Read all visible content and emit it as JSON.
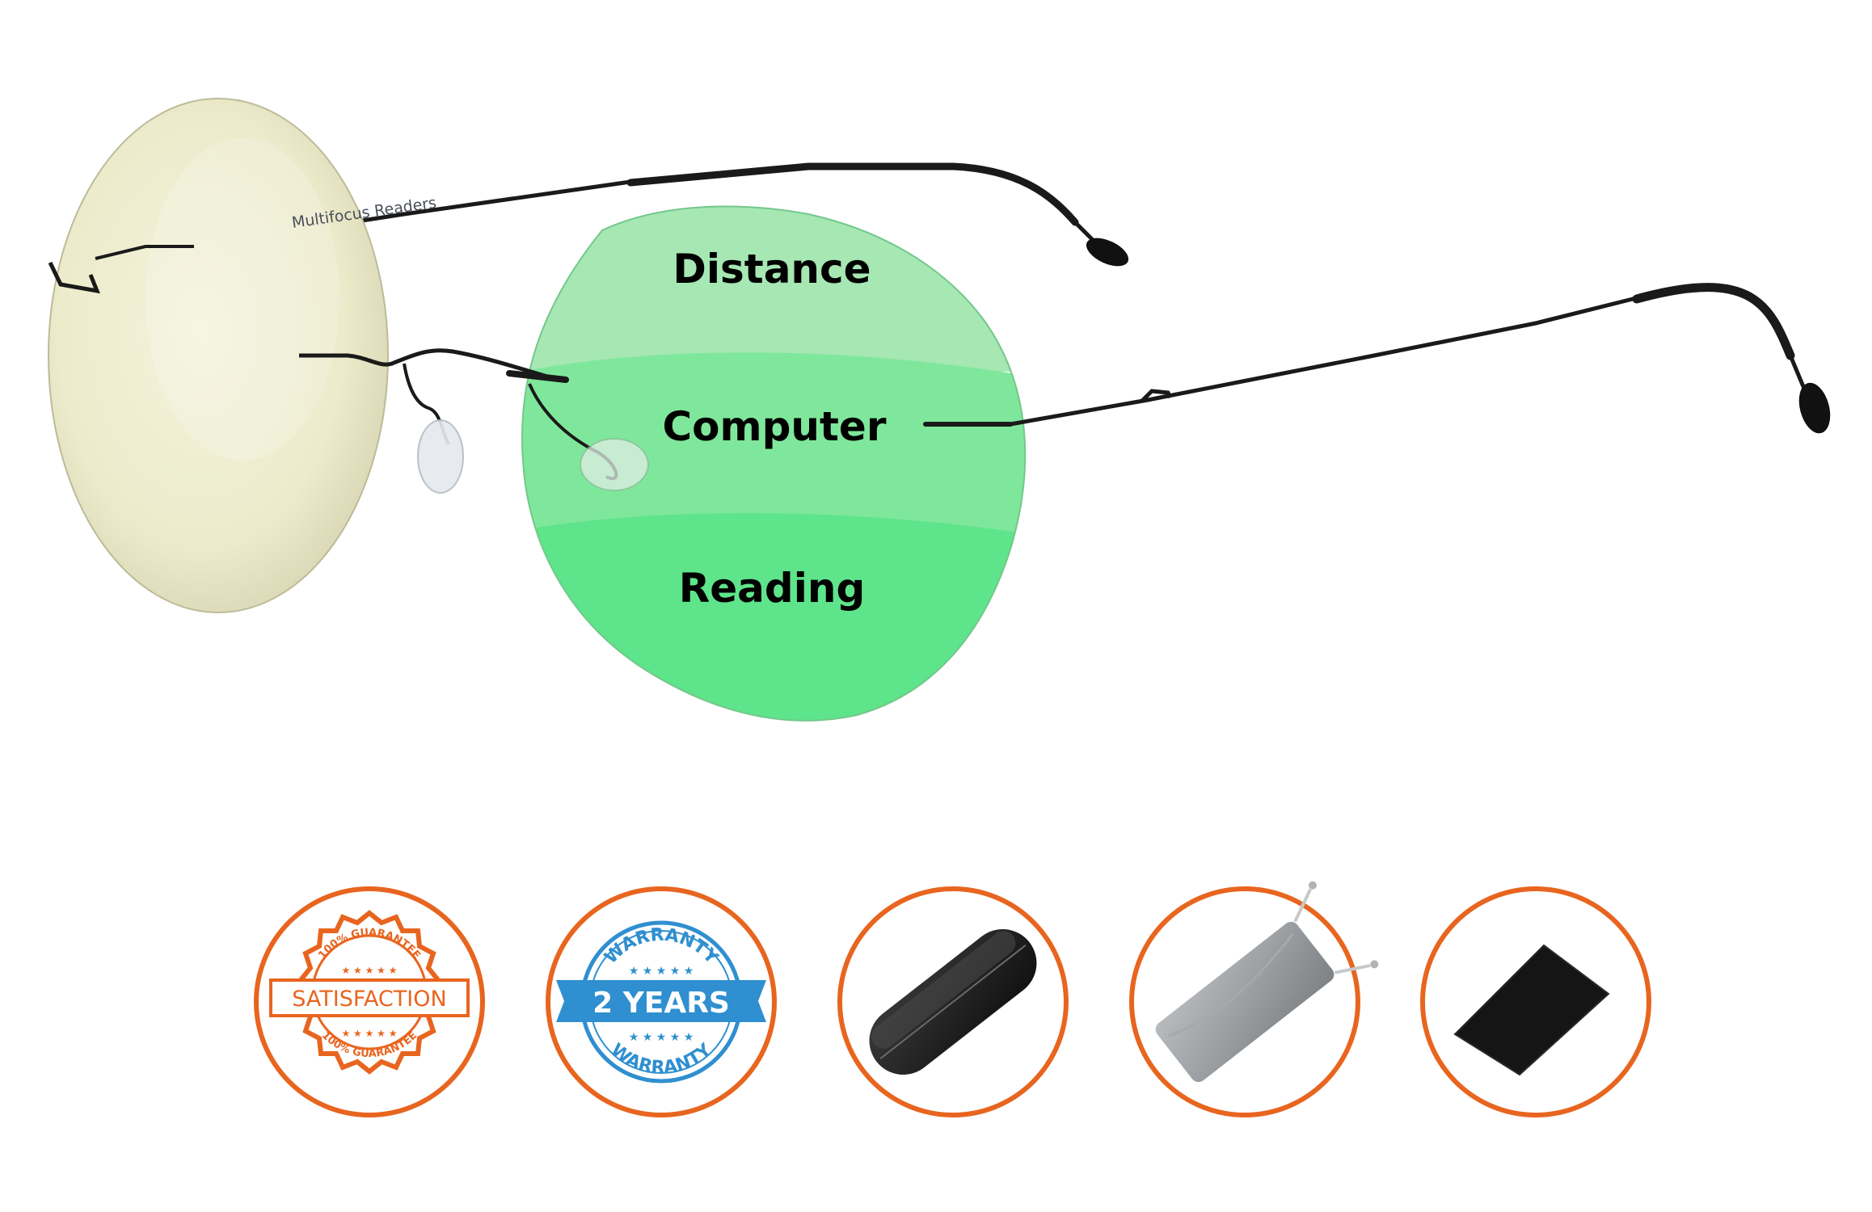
{
  "product": {
    "temple_imprint": "Multifocus Readers",
    "lens_zones": [
      {
        "label": "Distance"
      },
      {
        "label": "Computer"
      },
      {
        "label": "Reading"
      }
    ]
  },
  "badges": [
    {
      "name": "satisfaction-guarantee",
      "top_text": "100% GUARANTEE",
      "banner": "SATISFACTION",
      "bottom_text": "100% GUARANTEE"
    },
    {
      "name": "warranty",
      "top_text": "WARRANTY",
      "banner": "2 YEARS",
      "bottom_text": "WARRANTY"
    },
    {
      "name": "hard-case"
    },
    {
      "name": "pouch"
    },
    {
      "name": "cleaning-cloth"
    }
  ],
  "colors": {
    "badge_ring": "#e8651f",
    "lens_distance": "#a6e7b3",
    "lens_computer": "#7fe79b",
    "lens_reading": "#5ee48a",
    "lens_tinted": "#efefcf",
    "frame": "#1a1a1a",
    "warranty_blue": "#2f8fd0"
  }
}
